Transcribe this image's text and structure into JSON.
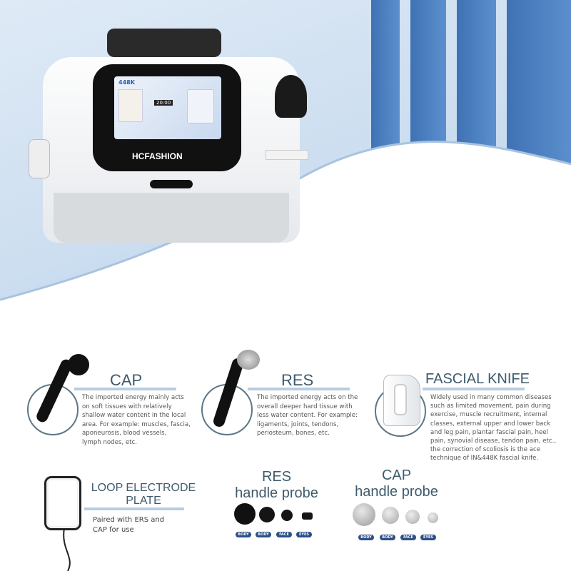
{
  "device": {
    "screen_model": "448K",
    "timer": "20:00",
    "brand": "HCFASHION"
  },
  "cap": {
    "title": "CAP",
    "desc": "The imported energy mainly acts\non soft tissues with relatively\nshallow water content in the local\narea. For example: muscles, fascia,\naponeurosis, blood vessels,\nlymph nodes, etc."
  },
  "res": {
    "title": "RES",
    "desc": "The imported energy acts on the\noverall deeper hard tissue with\nless water content. For example:\nligaments, joints, tendons,\nperiosteum, bones, etc."
  },
  "fascial_knife": {
    "title": "FASCIAL KNIFE",
    "desc": "Widely used in many common diseases\nsuch as limited movement, pain during\nexercise, muscle recruitment, internal\nclasses, external upper and lower back\nand leg pain, plantar fascial pain, heel\npain, synovial disease, tendon pain, etc.,\n the correction of scoliosis is the ace\ntechnique of IN&448K fascial knife."
  },
  "loop_plate": {
    "title_line1": "LOOP ELECTRODE",
    "title_line2": "PLATE",
    "desc": "Paired with ERS and\nCAP for use"
  },
  "res_probe": {
    "title_line1": "RES",
    "title_line2": "handle probe",
    "tags": [
      "BODY",
      "BODY",
      "FACE",
      "EYES"
    ]
  },
  "cap_probe": {
    "title_line1": "CAP",
    "title_line2": "handle probe",
    "tags": [
      "BODY",
      "BODY",
      "FACE",
      "EYES"
    ]
  },
  "colors": {
    "title": "#3e5b6c",
    "bar": "#b8cde1",
    "tag": "#2c4f86",
    "panel": "#4a7fc0"
  }
}
